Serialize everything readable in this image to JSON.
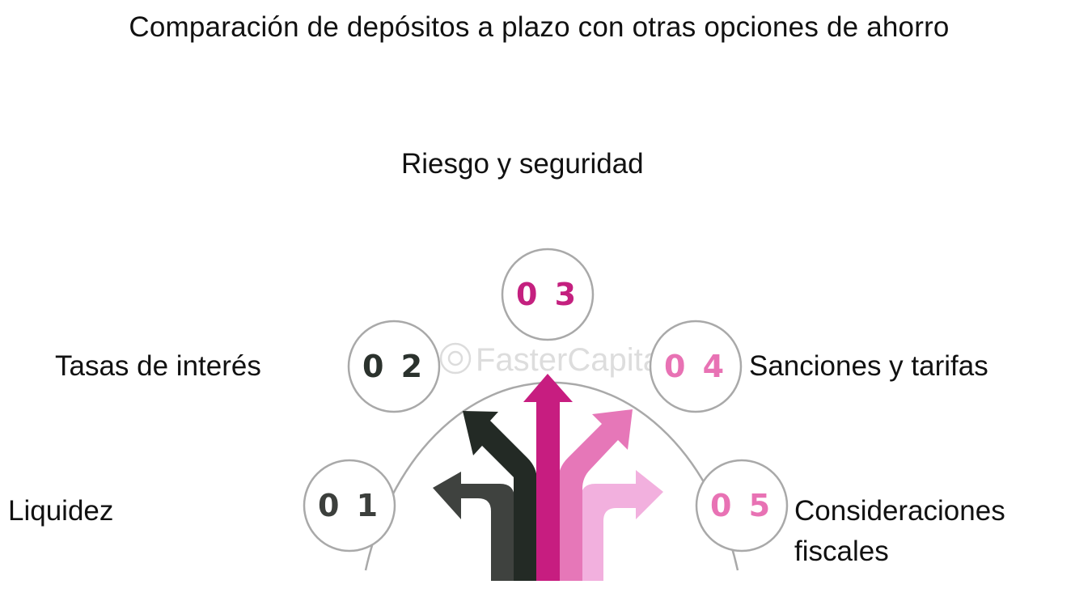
{
  "title": "Comparación de depósitos a plazo con otras opciones de ahorro",
  "watermark": "FasterCapital",
  "items": [
    {
      "number": "0 1",
      "label": "Liquidez",
      "color": "#3c3f3c"
    },
    {
      "number": "0 2",
      "label": "Tasas de interés",
      "color": "#2b322d"
    },
    {
      "number": "0 3",
      "label": "Riesgo y seguridad",
      "color": "#c4207f"
    },
    {
      "number": "0 4",
      "label": "Sanciones y tarifas",
      "color": "#e872b4"
    },
    {
      "number": "0 5",
      "label": "Consideraciones fiscales",
      "color": "#e872b4"
    }
  ],
  "arrow_colors": [
    "#3f423f",
    "#232a25",
    "#c71d80",
    "#e677b8",
    "#f2b0de"
  ]
}
